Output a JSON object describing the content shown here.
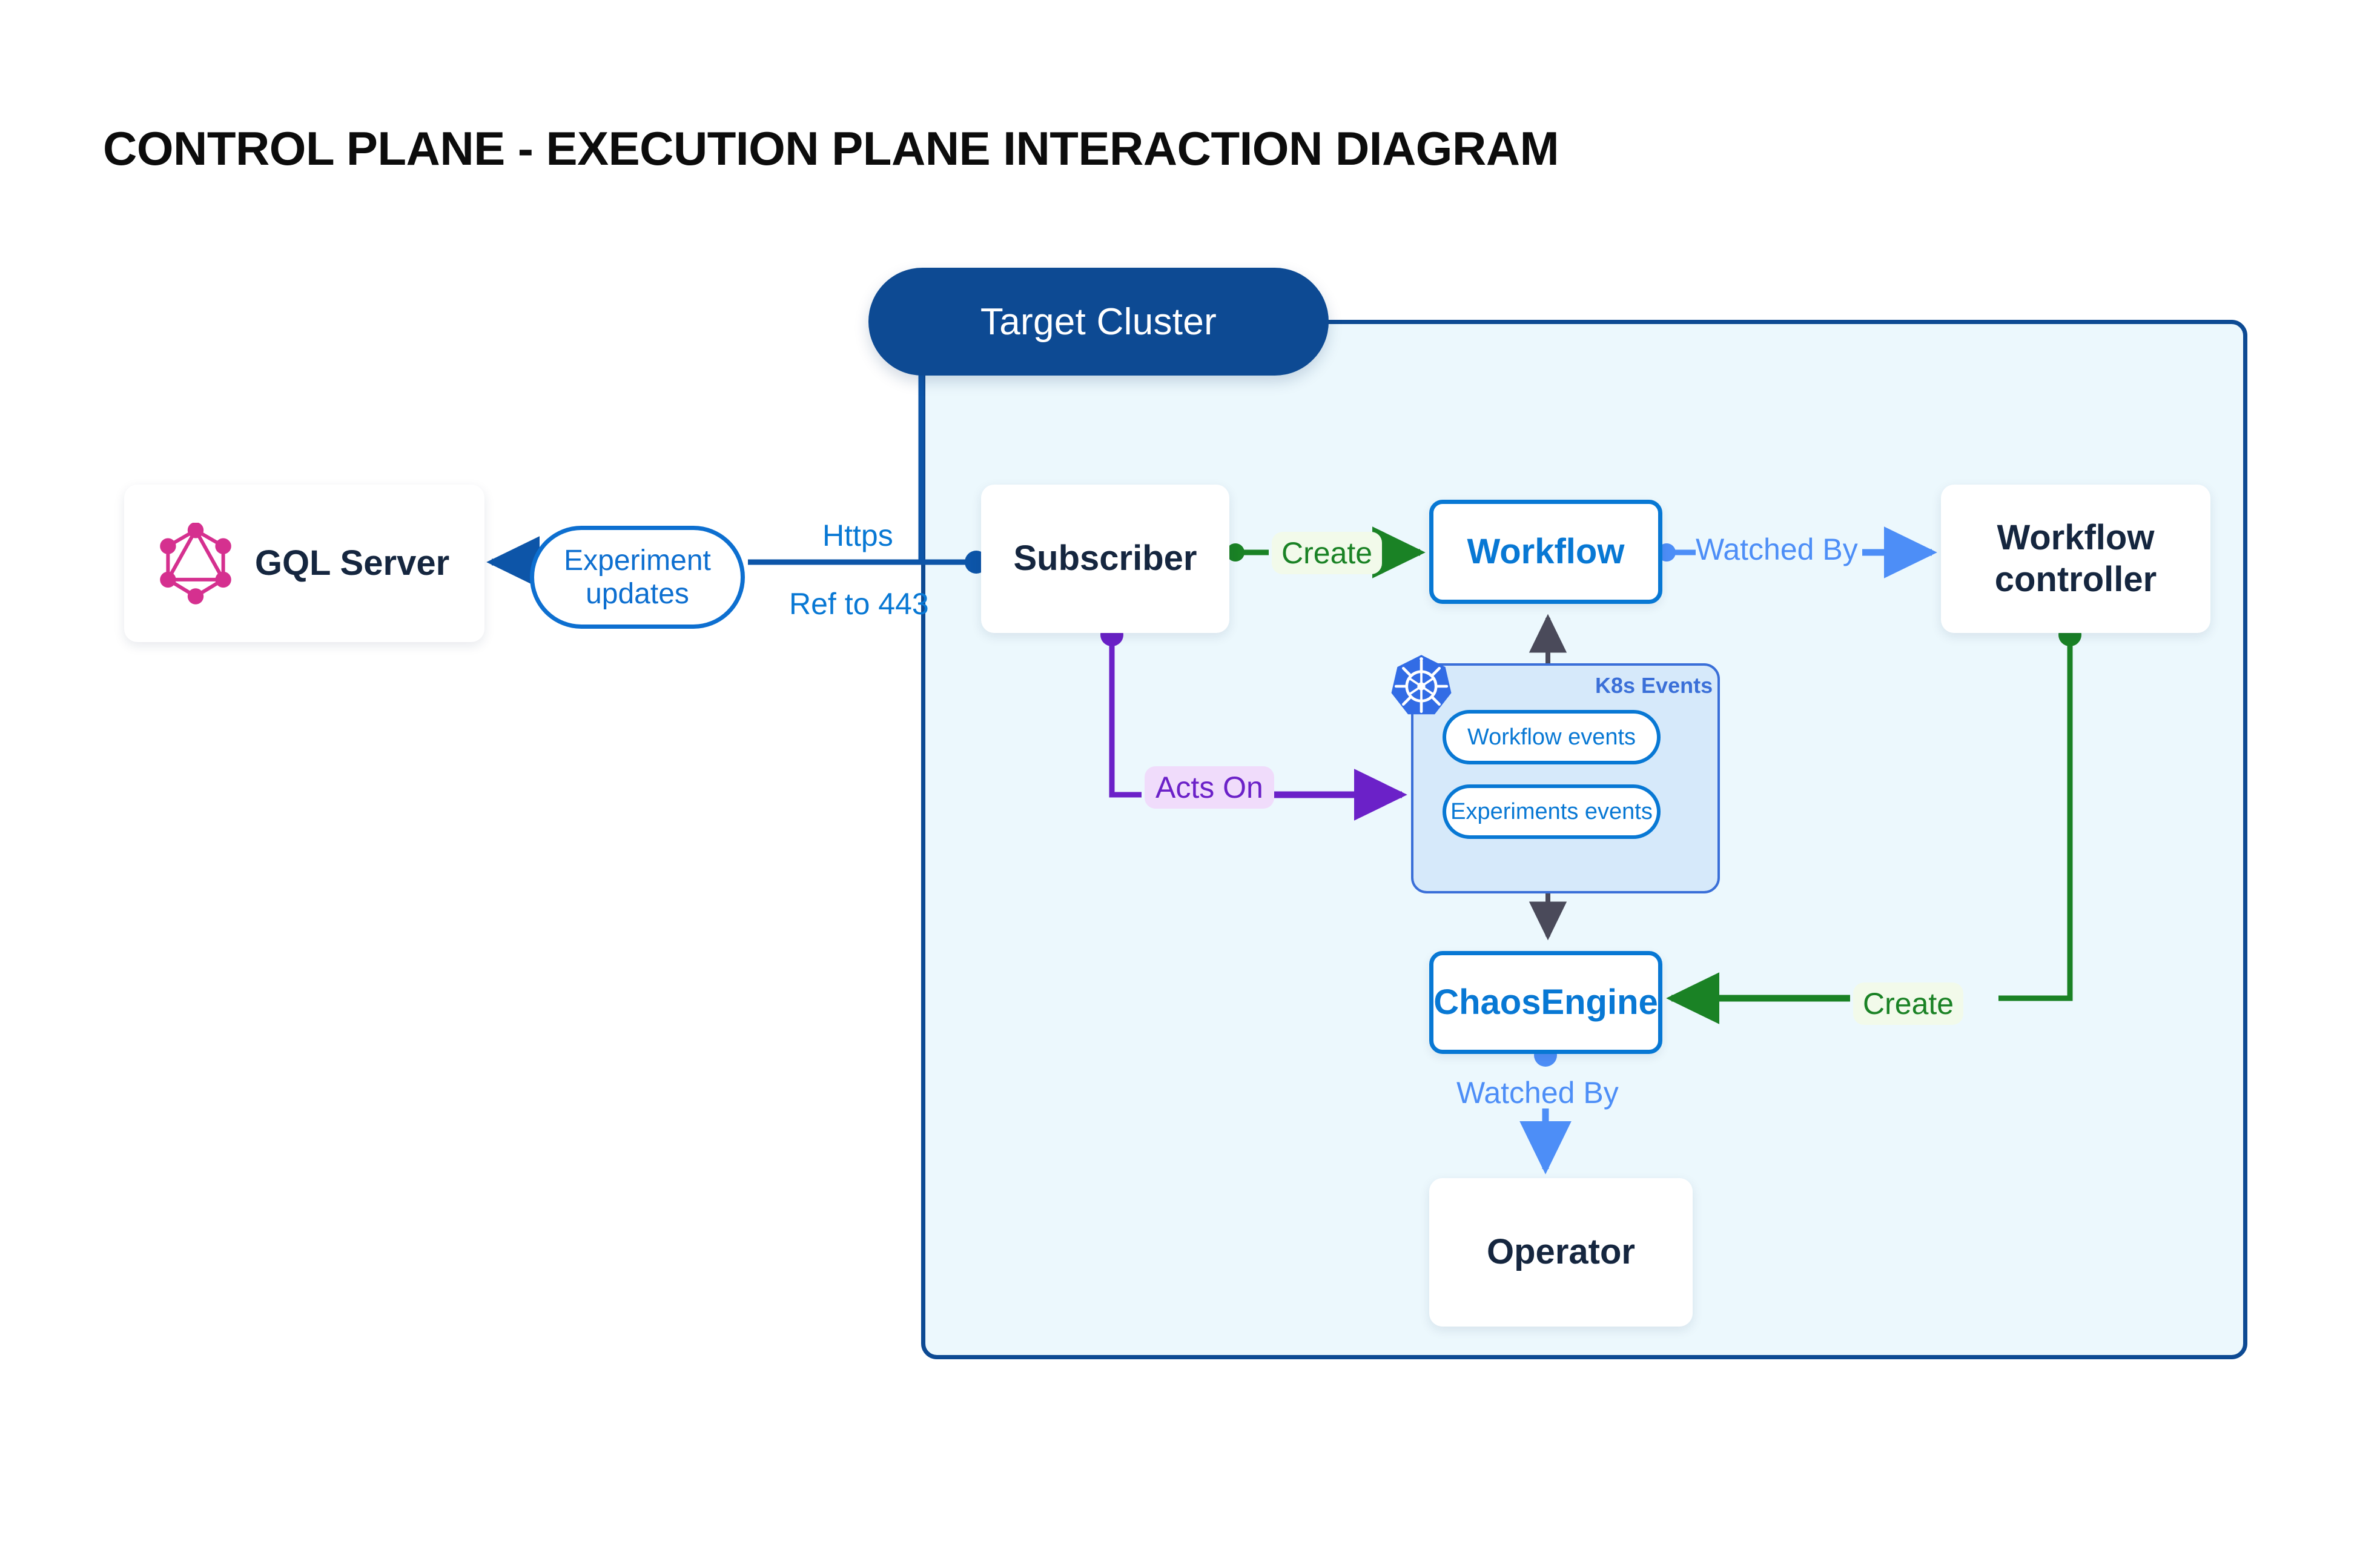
{
  "page": {
    "title": "CONTROL PLANE - EXECUTION PLANE INTERACTION DIAGRAM",
    "background": "#ffffff"
  },
  "colors": {
    "cluster_border": "#0d4a93",
    "cluster_fill": "#ecf8fd",
    "accent_blue": "#0878d4",
    "light_blue": "#4d8ef7",
    "green": "#1a8225",
    "purple": "#6b21c8",
    "graphql_pink": "#d5308f",
    "kubernetes_blue": "#326ce5",
    "k8s_group_fill": "#d6e9fa",
    "k8s_group_border": "#3a6fd8",
    "gray_wire": "#4a4a5a",
    "text_dark": "#15263f"
  },
  "cluster": {
    "badge_label": "Target Cluster"
  },
  "nodes": {
    "gql_server": {
      "label": "GQL Server",
      "icon": "graphql-logo-icon",
      "style": "plain"
    },
    "subscriber": {
      "label": "Subscriber",
      "style": "plain"
    },
    "workflow": {
      "label": "Workflow",
      "style": "outline-blue"
    },
    "workflow_controller": {
      "label": "Workflow\ncontroller",
      "line1": "Workflow",
      "line2": "controller",
      "style": "plain"
    },
    "chaos_engine": {
      "label": "ChaosEngine",
      "style": "outline-blue"
    },
    "operator": {
      "label": "Operator",
      "style": "plain"
    }
  },
  "k8s_events_group": {
    "title": "K8s Events",
    "icon": "kubernetes-logo-icon",
    "pills": [
      {
        "label": "Workflow events"
      },
      {
        "label": "Experiments events"
      }
    ]
  },
  "edges": [
    {
      "id": "subscriber-to-workflow",
      "label": "Create",
      "color": "#1a8225",
      "from": "subscriber",
      "to": "workflow"
    },
    {
      "id": "workflow-to-controller",
      "label": "Watched By",
      "color": "#4d8ef7",
      "from": "workflow",
      "to": "workflow_controller"
    },
    {
      "id": "controller-to-chaosengine",
      "label": "Create",
      "color": "#1a8225",
      "from": "workflow_controller",
      "to": "chaos_engine"
    },
    {
      "id": "chaosengine-to-operator",
      "label": "Watched By",
      "color": "#4d8ef7",
      "from": "chaos_engine",
      "to": "operator"
    },
    {
      "id": "subscriber-to-k8s-events",
      "label": "Acts On",
      "color": "#6b21c8",
      "from": "subscriber",
      "to": "k8s_events_group"
    },
    {
      "id": "subscriber-to-gql-protocol",
      "label": "Https",
      "color": "#0878d4",
      "from": "subscriber",
      "to": "gql_server"
    },
    {
      "id": "subscriber-to-gql-port",
      "label": "Ref to 443",
      "color": "#0878d4",
      "from": "subscriber",
      "to": "gql_server"
    },
    {
      "id": "gql-experiment-updates",
      "label": "Experiment updates",
      "line1": "Experiment",
      "line2": "updates",
      "color": "#0d6fd0",
      "from": "subscriber",
      "to": "gql_server"
    },
    {
      "id": "workflow-events-to-workflow",
      "label": "",
      "color": "#4a4a5a",
      "from": "k8s_events_group",
      "to": "workflow"
    },
    {
      "id": "experiments-events-to-chaosengine",
      "label": "",
      "color": "#4a4a5a",
      "from": "k8s_events_group",
      "to": "chaos_engine"
    }
  ]
}
